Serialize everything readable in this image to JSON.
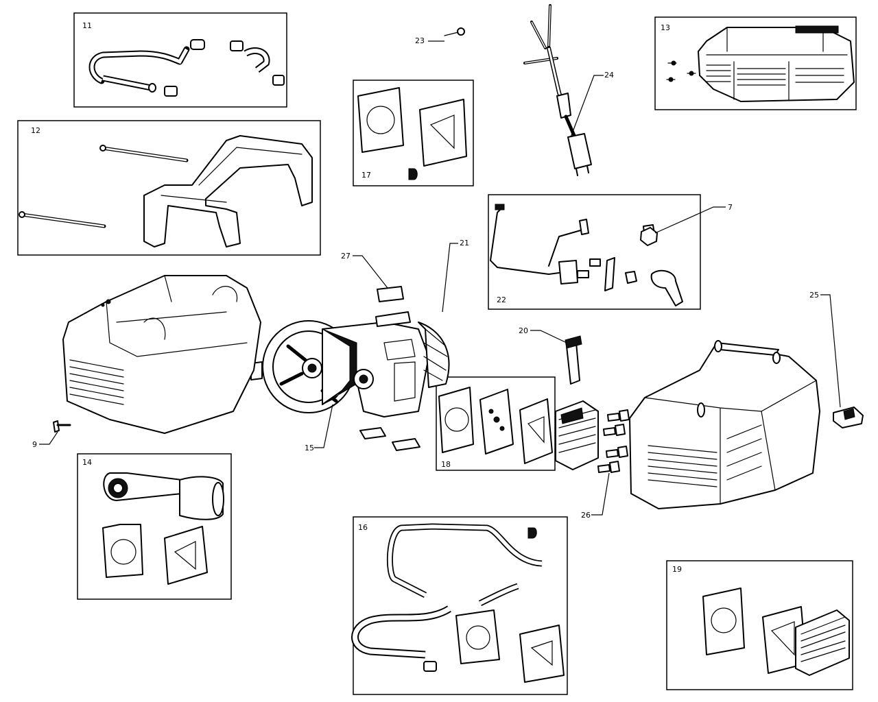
{
  "labels": {
    "p7": "7",
    "p9": "9",
    "p11": "11",
    "p12": "12",
    "p13": "13",
    "p14": "14",
    "p15": "15",
    "p16": "16",
    "p17": "17",
    "p18": "18",
    "p19": "19",
    "p20": "20",
    "p21": "21",
    "p22": "22",
    "p23": "23",
    "p24": "24",
    "p25": "25",
    "p26": "26",
    "p27": "27"
  }
}
